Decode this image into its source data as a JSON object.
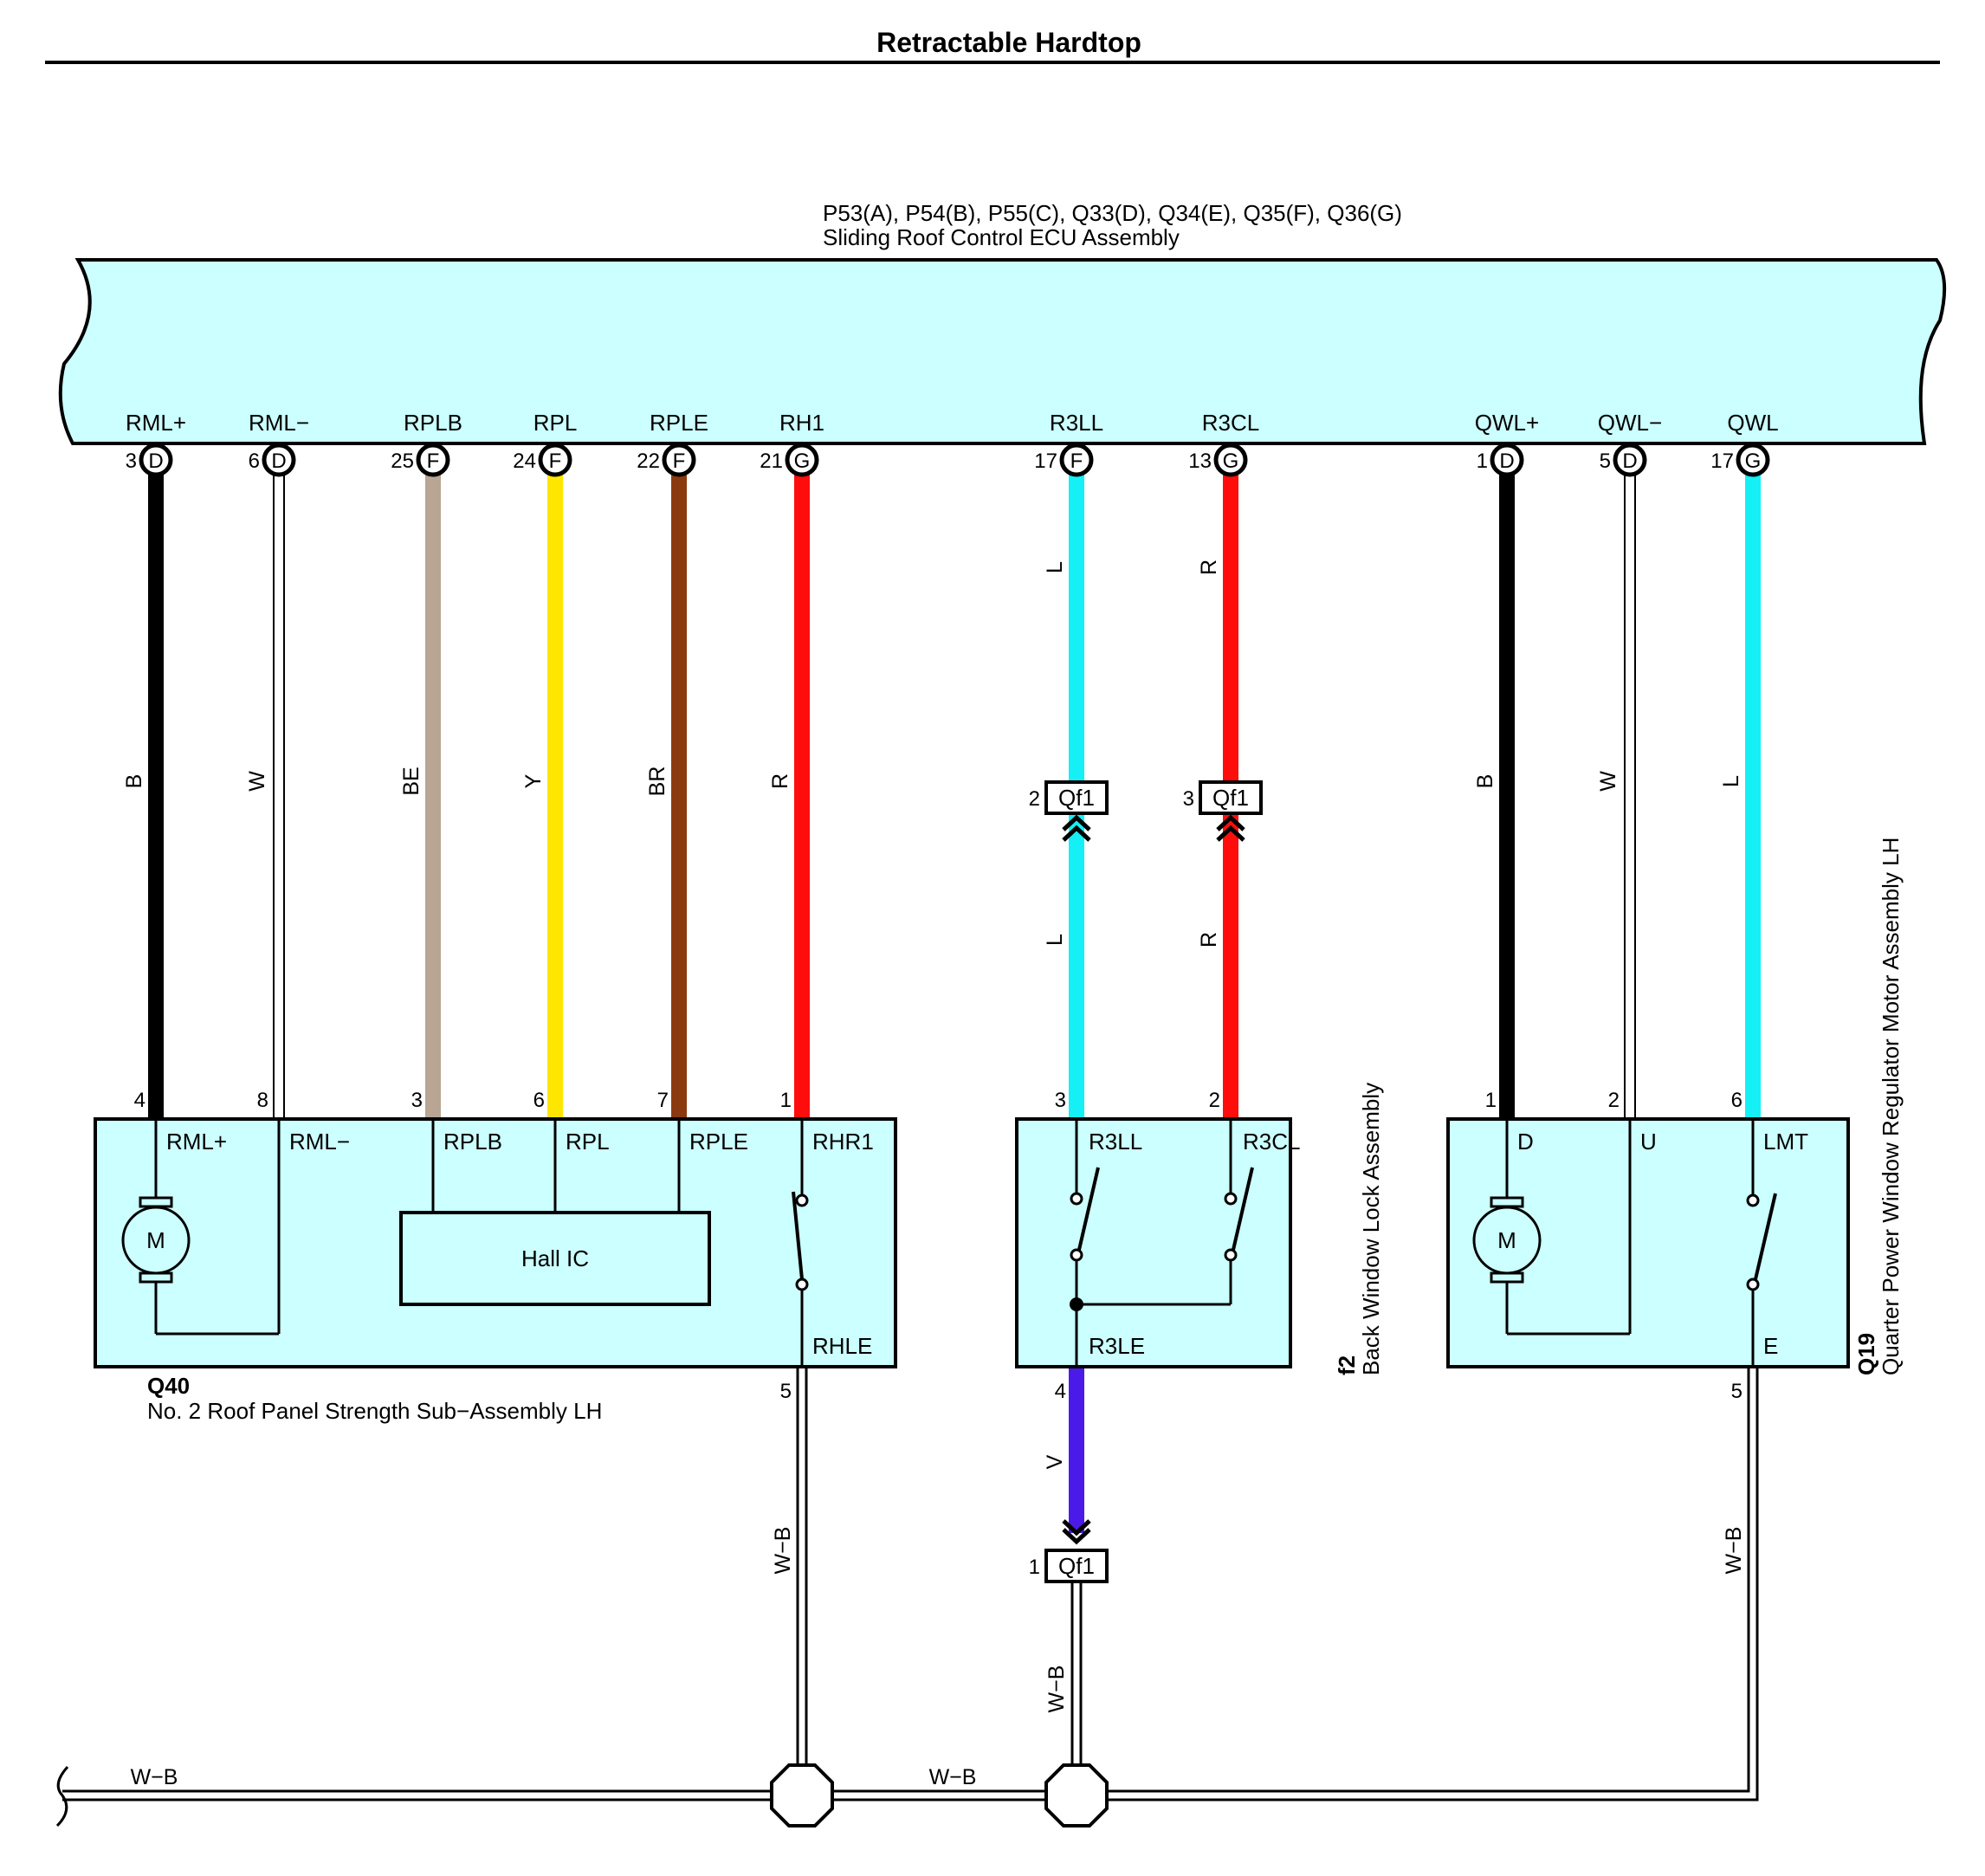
{
  "title": "Retractable Hardtop",
  "ecu": {
    "connectors_label": "P53(A), P54(B), P55(C), Q33(D), Q34(E), Q35(F), Q36(G)",
    "name": "Sliding Roof Control ECU Assembly",
    "terminals": [
      {
        "name": "RML+",
        "pin": "3",
        "conn": "D",
        "wire": "B",
        "color": "#000000",
        "bottom_pin": "4"
      },
      {
        "name": "RML−",
        "pin": "6",
        "conn": "D",
        "wire": "W",
        "color": "#ffffff",
        "bottom_pin": "8"
      },
      {
        "name": "RPLB",
        "pin": "25",
        "conn": "F",
        "wire": "BE",
        "color": "#b8a593",
        "bottom_pin": "3"
      },
      {
        "name": "RPL",
        "pin": "24",
        "conn": "F",
        "wire": "Y",
        "color": "#ffe600",
        "bottom_pin": "6"
      },
      {
        "name": "RPLE",
        "pin": "22",
        "conn": "F",
        "wire": "BR",
        "color": "#8b3a10",
        "bottom_pin": "7"
      },
      {
        "name": "RH1",
        "pin": "21",
        "conn": "G",
        "wire": "R",
        "color": "#ff0d0d",
        "bottom_pin": "1"
      },
      {
        "name": "R3LL",
        "pin": "17",
        "conn": "F",
        "wire": "L",
        "color": "#14f0f5",
        "bottom_pin": "3"
      },
      {
        "name": "R3CL",
        "pin": "13",
        "conn": "G",
        "wire": "R",
        "color": "#ff0d0d",
        "bottom_pin": "2"
      },
      {
        "name": "QWL+",
        "pin": "1",
        "conn": "D",
        "wire": "B",
        "color": "#000000",
        "bottom_pin": "1"
      },
      {
        "name": "QWL−",
        "pin": "5",
        "conn": "D",
        "wire": "W",
        "color": "#ffffff",
        "bottom_pin": "2"
      },
      {
        "name": "QWL",
        "pin": "17",
        "conn": "G",
        "wire": "L",
        "color": "#14f0f5",
        "bottom_pin": "6"
      }
    ]
  },
  "inline_connectors": [
    {
      "name": "Qf1",
      "pin": "2",
      "wire_below": "L"
    },
    {
      "name": "Qf1",
      "pin": "3",
      "wire_below": "R"
    },
    {
      "name": "Qf1",
      "pin": "1",
      "wire_below": "W−B"
    }
  ],
  "components": {
    "q40": {
      "code": "Q40",
      "name": "No.  2 Roof Panel Strength Sub−Assembly LH",
      "terminals": [
        "RML+",
        "RML−",
        "RPLB",
        "RPL",
        "RPLE",
        "RHR1"
      ],
      "motor": "M",
      "hall": "Hall IC",
      "ground_term": "RHLE",
      "ground_pin": "5",
      "ground_wire": "W−B"
    },
    "f2": {
      "code": "f2",
      "name": "Back Window Lock Assembly",
      "terminals": [
        "R3LL",
        "R3CL"
      ],
      "ground_term": "R3LE",
      "ground_pin": "4",
      "ground_wire": "V",
      "ground_color": "#4a1be8"
    },
    "q19": {
      "code": "Q19",
      "name": "Quarter Power Window Regulator Motor Assembly LH",
      "terminals": [
        "D",
        "U",
        "LMT"
      ],
      "motor": "M",
      "ground_term": "E",
      "ground_pin": "5",
      "ground_wire": "W−B"
    }
  },
  "ground_bus": {
    "labels": [
      "W−B",
      "W−B"
    ]
  },
  "colors": {
    "panel": "#ccffff",
    "border": "#000000"
  }
}
